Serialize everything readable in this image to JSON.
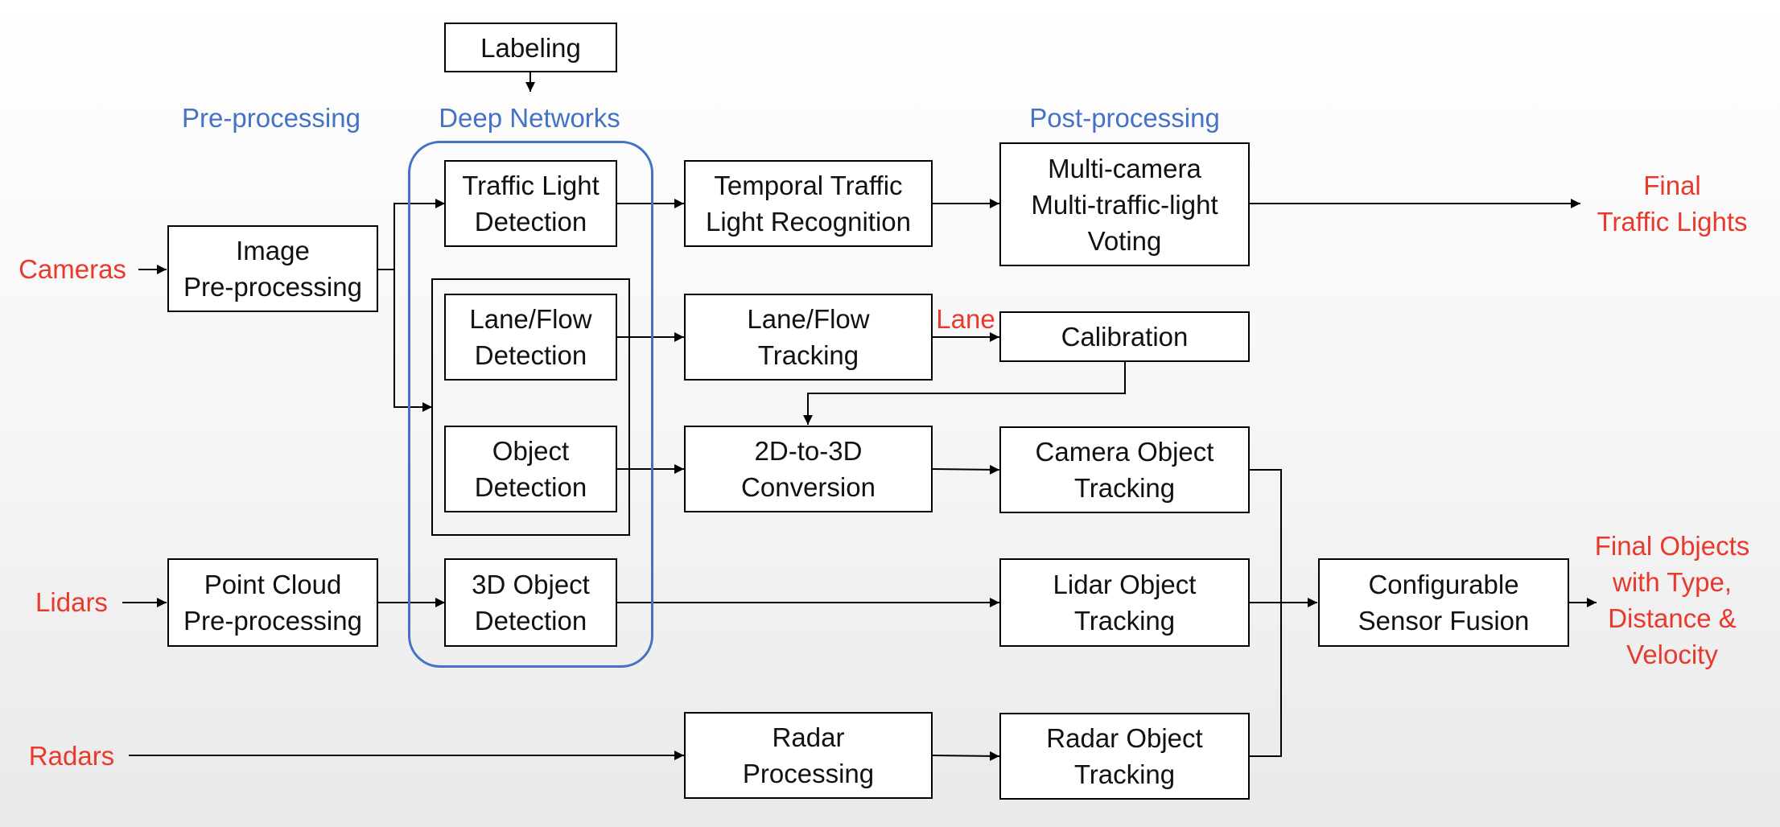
{
  "colors": {
    "source_labels": "#e8392c",
    "section_labels": "#4472c4",
    "box_border": "#000000",
    "deep_network_outline": "#4472c4"
  },
  "sources": {
    "cameras": "Cameras",
    "lidars": "Lidars",
    "radars": "Radars"
  },
  "sections": {
    "pre_processing": "Pre-processing",
    "deep_networks": "Deep Networks",
    "post_processing": "Post-processing"
  },
  "boxes": {
    "labeling": "Labeling",
    "image_pre": "Image\nPre-processing",
    "point_cloud_pre": "Point Cloud\nPre-processing",
    "traffic_light_det": "Traffic Light\nDetection",
    "lane_flow_det": "Lane/Flow\nDetection",
    "object_det": "Object\nDetection",
    "det_3d": "3D Object\nDetection",
    "temporal_tl": "Temporal Traffic\nLight Recognition",
    "lane_flow_track": "Lane/Flow\nTracking",
    "conv_2d3d": "2D-to-3D\nConversion",
    "radar_proc": "Radar\nProcessing",
    "voting": "Multi-camera\nMulti-traffic-light\nVoting",
    "calibration": "Calibration",
    "camera_track": "Camera Object\nTracking",
    "lidar_track": "Lidar Object\nTracking",
    "radar_track": "Radar Object\nTracking",
    "fusion": "Configurable\nSensor Fusion"
  },
  "edge_labels": {
    "lane": "Lane"
  },
  "outputs": {
    "final_traffic_lights": "Final\nTraffic Lights",
    "final_objects": "Final Objects\nwith Type,\nDistance &\nVelocity"
  }
}
